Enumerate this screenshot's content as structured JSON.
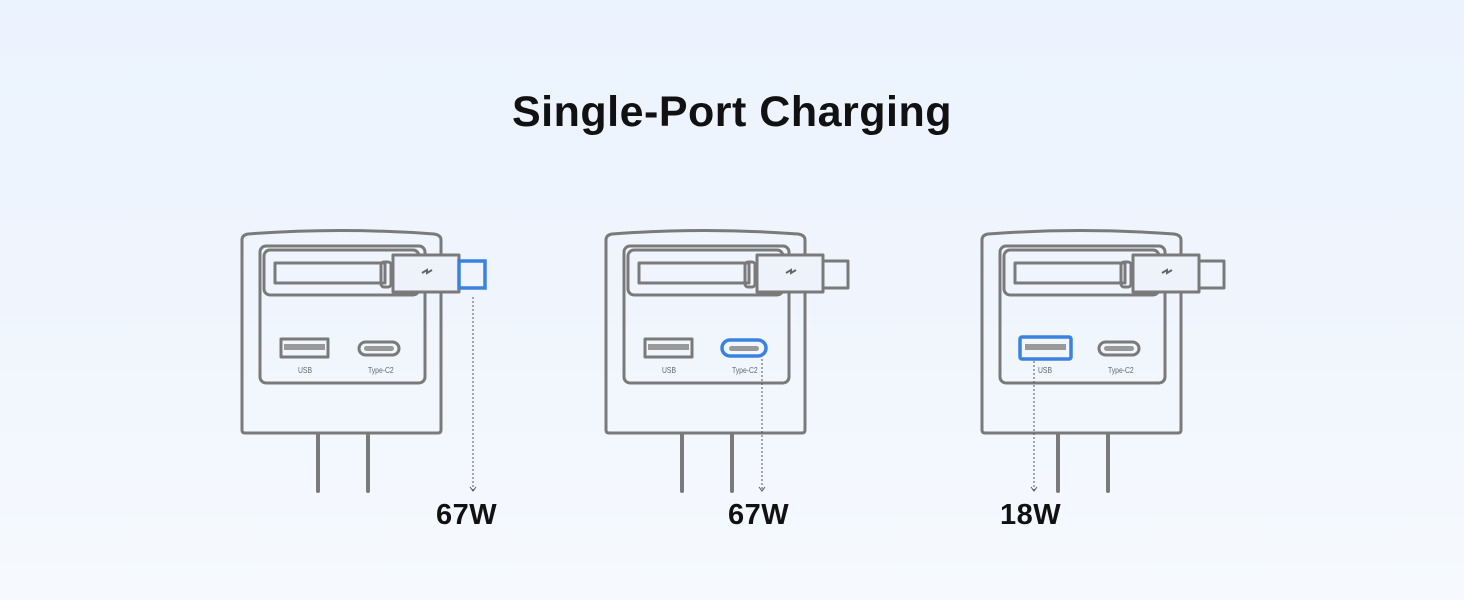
{
  "title": "Single-Port Charging",
  "colors": {
    "outline": "#7a7a7a",
    "highlight": "#3b82e0",
    "text": "#111111",
    "label": "#666666"
  },
  "port_labels": {
    "usb": "USB",
    "typec": "Type-C2"
  },
  "chargers": [
    {
      "highlighted_port": "cable-c1",
      "wattage": "67W"
    },
    {
      "highlighted_port": "type-c2",
      "wattage": "67W"
    },
    {
      "highlighted_port": "usb",
      "wattage": "18W"
    }
  ],
  "icons": {
    "cable": "lightning-bolt-icon"
  }
}
